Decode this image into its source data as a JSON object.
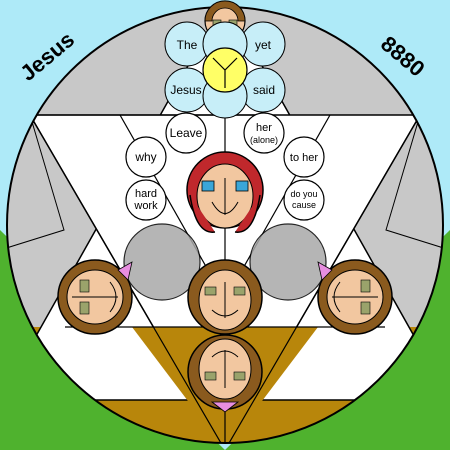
{
  "corner_labels": {
    "top_left": "Jesus",
    "top_right": "8880"
  },
  "words": {
    "the": "The",
    "yet": "yet",
    "jesus": "Jesus",
    "said": "said",
    "leave": "Leave",
    "her": "her",
    "alone": "(alone)",
    "why": "why",
    "to_her": "to her",
    "hard": "hard",
    "work": "work",
    "do_you": "do you",
    "cause": "cause"
  },
  "colors": {
    "sky": "#aeeaf8",
    "grass": "#4fb22e",
    "disc_grey": "#c8c8c8",
    "brown_earth": "#b8860b",
    "white": "#ffffff",
    "hair_red": "#c0282c",
    "hair_brown": "#8a5a1e",
    "skin": "#f2c7a0",
    "cheek": "#e3a57c",
    "eye_blue": "#3aa6d8",
    "accent_pink": "#e88ee0",
    "accent_olive": "#9aa36b",
    "halo_yellow": "#ffff66",
    "bubble_blue": "#c7eef8",
    "shadow_grey": "#a9a9a9"
  }
}
